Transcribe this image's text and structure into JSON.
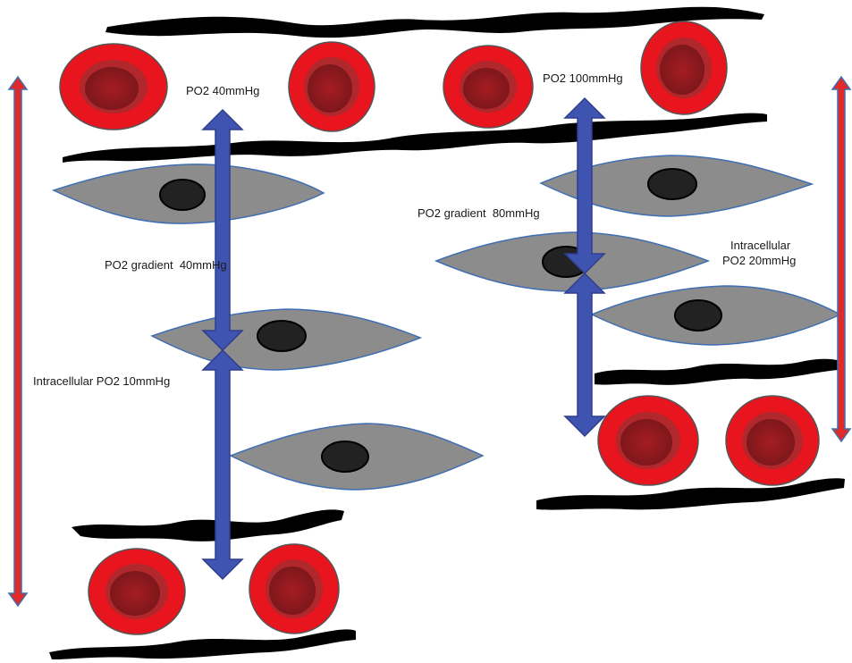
{
  "labels": {
    "left_po2": "PO2 40mmHg",
    "left_gradient": "PO2 gradient  40mmHg",
    "left_intracellular": "Intracellular PO2 10mmHg",
    "right_po2": "PO2 100mmHg",
    "right_gradient": "PO2 gradient  80mmHg",
    "right_intracellular_line1": "Intracellular",
    "right_intracellular_line2": "PO2 20mmHg"
  },
  "colors": {
    "rbc_outer": "#e8141e",
    "rbc_inner": "#8e1a1e",
    "rbc_inner_light": "#b01e24",
    "cell_fill": "#8c8c8c",
    "cell_border": "#3f6fb3",
    "nucleus": "#222222",
    "gradient_arrow": "#3f53b0",
    "side_arrow": "#e02a2a",
    "vessel_wall": "#000000"
  }
}
